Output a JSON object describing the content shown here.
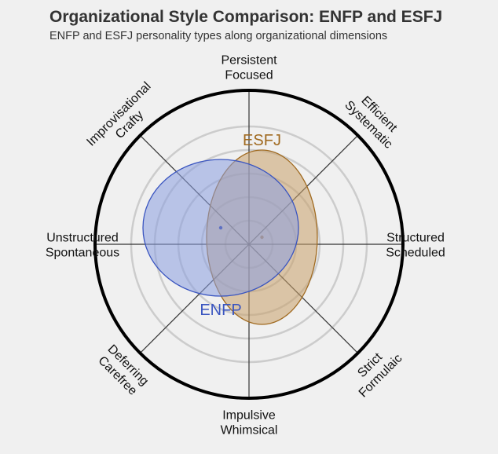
{
  "title": "Organizational Style Comparison: ENFP and ESFJ",
  "subtitle": "ENFP and ESFJ personality types along organizational dimensions",
  "chart_data": {
    "type": "scatter",
    "plot": "polar",
    "grid": true,
    "axis_labels": [
      {
        "lines": [
          "Persistent",
          "Focused"
        ]
      },
      {
        "lines": [
          "Efficient",
          "Systematic"
        ]
      },
      {
        "lines": [
          "Structured",
          "Scheduled"
        ]
      },
      {
        "lines": [
          "Strict",
          "Formulaic"
        ]
      },
      {
        "lines": [
          "Impulsive",
          "Whimsical"
        ]
      },
      {
        "lines": [
          "Deferring",
          "Carefree"
        ]
      },
      {
        "lines": [
          "Unstructured",
          "Spontaneous"
        ]
      },
      {
        "lines": [
          "Improvisational",
          "Crafty"
        ]
      }
    ],
    "scale": {
      "max": 100,
      "rings": [
        20,
        40,
        60,
        80,
        100
      ]
    },
    "series": [
      {
        "name": "ESFJ",
        "center": {
          "x": 11,
          "y": -6
        },
        "radius_x": 47,
        "radius_y": 74,
        "fill": "#c8a06a",
        "stroke": "#a06a20",
        "label_color": "#a06a20"
      },
      {
        "name": "ENFP",
        "center": {
          "x": -24,
          "y": -14
        },
        "radius_x": 66,
        "radius_y": 58,
        "fill": "#8a9ee0",
        "stroke": "#3a55c0",
        "label_color": "#3a55c0"
      }
    ]
  }
}
